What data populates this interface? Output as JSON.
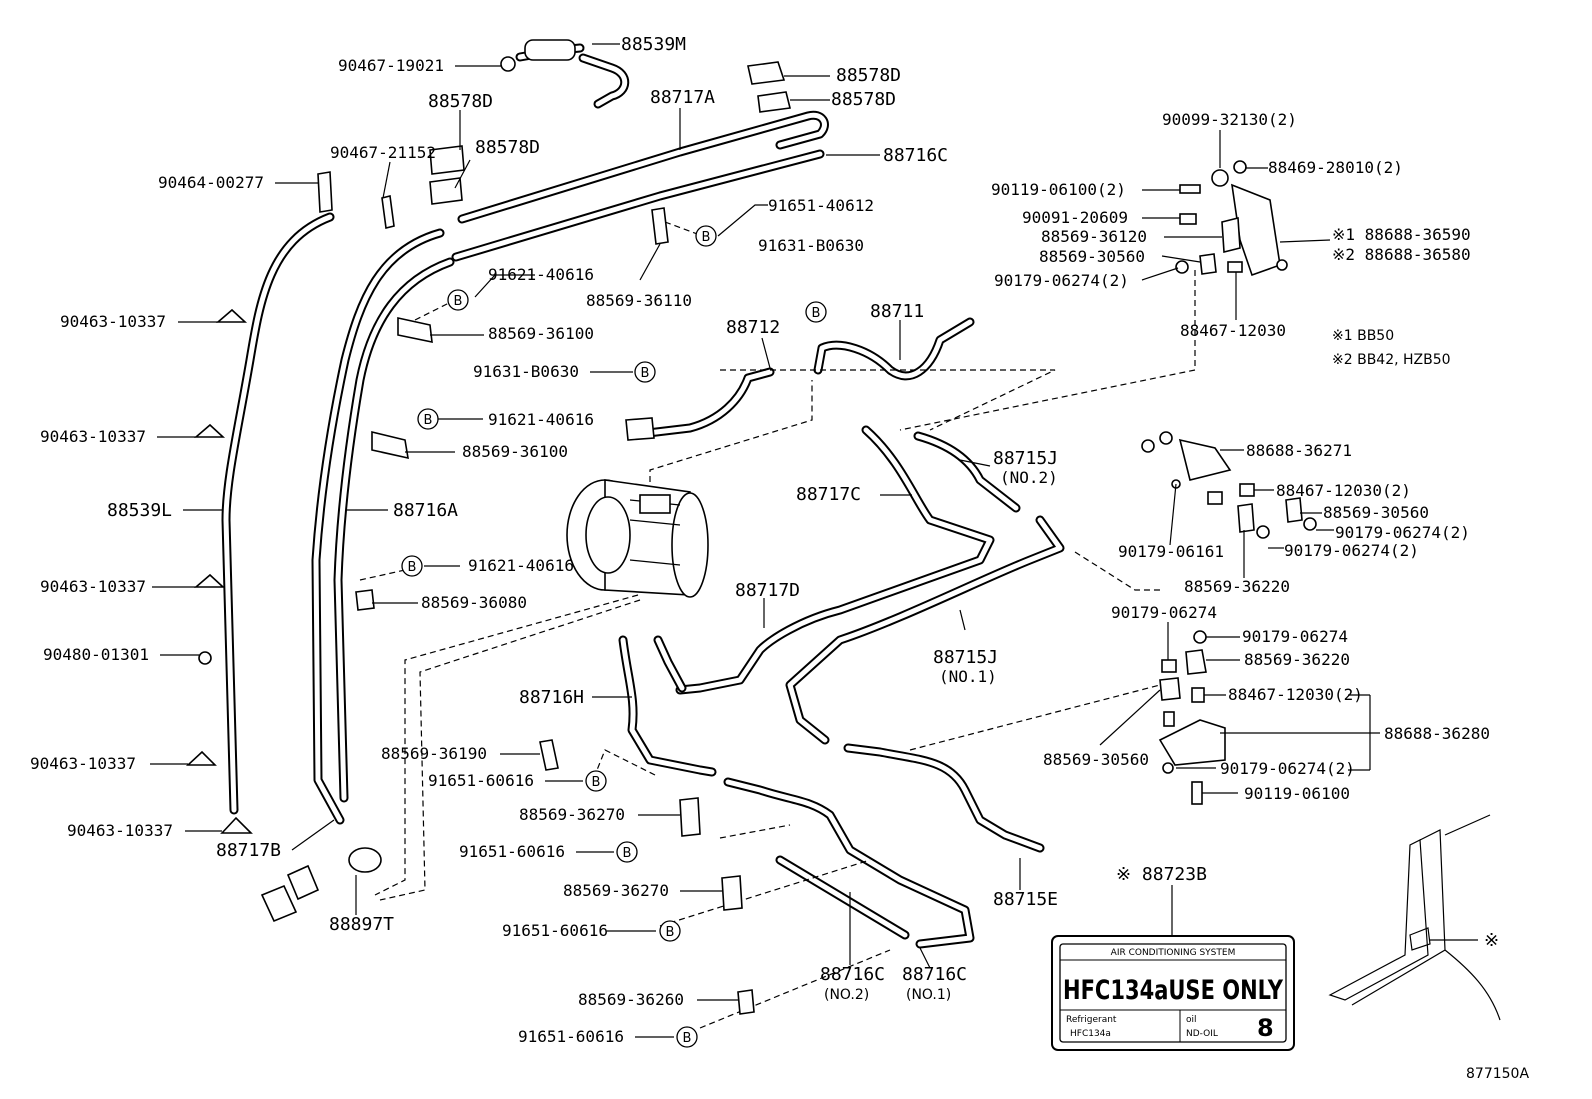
{
  "diagram_ref": "877150A",
  "b_marker": "B",
  "parts": [
    {
      "id": "88539M",
      "label": "88539M"
    },
    {
      "id": "90467-19021",
      "label": "90467-19021"
    },
    {
      "id": "88578D-1",
      "label": "88578D"
    },
    {
      "id": "88578D-2",
      "label": "88578D"
    },
    {
      "id": "88578D-3",
      "label": "88578D"
    },
    {
      "id": "88578D-4",
      "label": "88578D"
    },
    {
      "id": "88717A",
      "label": "88717A"
    },
    {
      "id": "88716C-top",
      "label": "88716C"
    },
    {
      "id": "90467-21152",
      "label": "90467-21152"
    },
    {
      "id": "90464-00277",
      "label": "90464-00277"
    },
    {
      "id": "91651-40612",
      "label": "91651-40612"
    },
    {
      "id": "91631-B0630-a",
      "label": "91631-B0630"
    },
    {
      "id": "91621-40616-a",
      "label": "91621-40616"
    },
    {
      "id": "88569-36110",
      "label": "88569-36110"
    },
    {
      "id": "88569-36100-a",
      "label": "88569-36100"
    },
    {
      "id": "90463-10337-a",
      "label": "90463-10337"
    },
    {
      "id": "88712",
      "label": "88712"
    },
    {
      "id": "88711",
      "label": "88711"
    },
    {
      "id": "91631-B0630-b",
      "label": "91631-B0630"
    },
    {
      "id": "91621-40616-b",
      "label": "91621-40616"
    },
    {
      "id": "88569-36100-b",
      "label": "88569-36100"
    },
    {
      "id": "90463-10337-b",
      "label": "90463-10337"
    },
    {
      "id": "88539L",
      "label": "88539L"
    },
    {
      "id": "88716A",
      "label": "88716A"
    },
    {
      "id": "88717C",
      "label": "88717C"
    },
    {
      "id": "88715J-2",
      "label": "88715J"
    },
    {
      "id": "88715J-2-sub",
      "label": "(NO.2)"
    },
    {
      "id": "90463-10337-c",
      "label": "90463-10337"
    },
    {
      "id": "91621-40616-c",
      "label": "91621-40616"
    },
    {
      "id": "88569-36080",
      "label": "88569-36080"
    },
    {
      "id": "88717D",
      "label": "88717D"
    },
    {
      "id": "90480-01301",
      "label": "90480-01301"
    },
    {
      "id": "88715J-1",
      "label": "88715J"
    },
    {
      "id": "88715J-1-sub",
      "label": "(NO.1)"
    },
    {
      "id": "88716H",
      "label": "88716H"
    },
    {
      "id": "88569-36190",
      "label": "88569-36190"
    },
    {
      "id": "91651-60616-a",
      "label": "91651-60616"
    },
    {
      "id": "90463-10337-d",
      "label": "90463-10337"
    },
    {
      "id": "88569-36270-a",
      "label": "88569-36270"
    },
    {
      "id": "90463-10337-e",
      "label": "90463-10337"
    },
    {
      "id": "88717B",
      "label": "88717B"
    },
    {
      "id": "91651-60616-b",
      "label": "91651-60616"
    },
    {
      "id": "88897T",
      "label": "88897T"
    },
    {
      "id": "88569-36270-b",
      "label": "88569-36270"
    },
    {
      "id": "91651-60616-c",
      "label": "91651-60616"
    },
    {
      "id": "88715E",
      "label": "88715E"
    },
    {
      "id": "88716C-2",
      "label": "88716C"
    },
    {
      "id": "88716C-2-sub",
      "label": "(NO.2)"
    },
    {
      "id": "88716C-1",
      "label": "88716C"
    },
    {
      "id": "88716C-1-sub",
      "label": "(NO.1)"
    },
    {
      "id": "88569-36260",
      "label": "88569-36260"
    },
    {
      "id": "91651-60616-d",
      "label": "91651-60616"
    },
    {
      "id": "90099-32130",
      "label": "90099-32130(2)"
    },
    {
      "id": "88469-28010",
      "label": "88469-28010(2)"
    },
    {
      "id": "90119-06100-a",
      "label": "90119-06100(2)"
    },
    {
      "id": "90091-20609",
      "label": "90091-20609"
    },
    {
      "id": "88688-36590",
      "label": "※1 88688-36590"
    },
    {
      "id": "88569-36120",
      "label": "88569-36120"
    },
    {
      "id": "88688-36580",
      "label": "※2 88688-36580"
    },
    {
      "id": "88569-30560-a",
      "label": "88569-30560"
    },
    {
      "id": "90179-06274-a",
      "label": "90179-06274(2)"
    },
    {
      "id": "88467-12030-a",
      "label": "88467-12030"
    },
    {
      "id": "note1",
      "label": "※1  BB50"
    },
    {
      "id": "note2",
      "label": "※2  BB42, HZB50"
    },
    {
      "id": "88688-36271",
      "label": "88688-36271"
    },
    {
      "id": "88467-12030-b",
      "label": "88467-12030(2)"
    },
    {
      "id": "88569-30560-b",
      "label": "88569-30560"
    },
    {
      "id": "90179-06274-b",
      "label": "90179-06274(2)"
    },
    {
      "id": "90179-06161",
      "label": "90179-06161"
    },
    {
      "id": "90179-06274-c",
      "label": "90179-06274(2)"
    },
    {
      "id": "88569-36220-a",
      "label": "88569-36220"
    },
    {
      "id": "90179-06274-d",
      "label": "90179-06274"
    },
    {
      "id": "90179-06274-e",
      "label": "90179-06274"
    },
    {
      "id": "88569-36220-b",
      "label": "88569-36220"
    },
    {
      "id": "88467-12030-c",
      "label": "88467-12030(2)"
    },
    {
      "id": "88688-36280",
      "label": "88688-36280"
    },
    {
      "id": "88569-30560-c",
      "label": "88569-30560"
    },
    {
      "id": "90179-06274-f",
      "label": "90179-06274(2)"
    },
    {
      "id": "90119-06100-b",
      "label": "90119-06100"
    },
    {
      "id": "88723B",
      "label": "※ 88723B"
    },
    {
      "id": "body-mark",
      "label": "※"
    }
  ],
  "caution_label": {
    "header": "AIR CONDITIONING SYSTEM",
    "main": "HFC134aUSE ONLY",
    "refrigerant_label": "Refrigerant",
    "refrigerant_value": "HFC134a",
    "oil_label": "oil",
    "oil_value": "ND-OIL",
    "oil_number": "8"
  }
}
